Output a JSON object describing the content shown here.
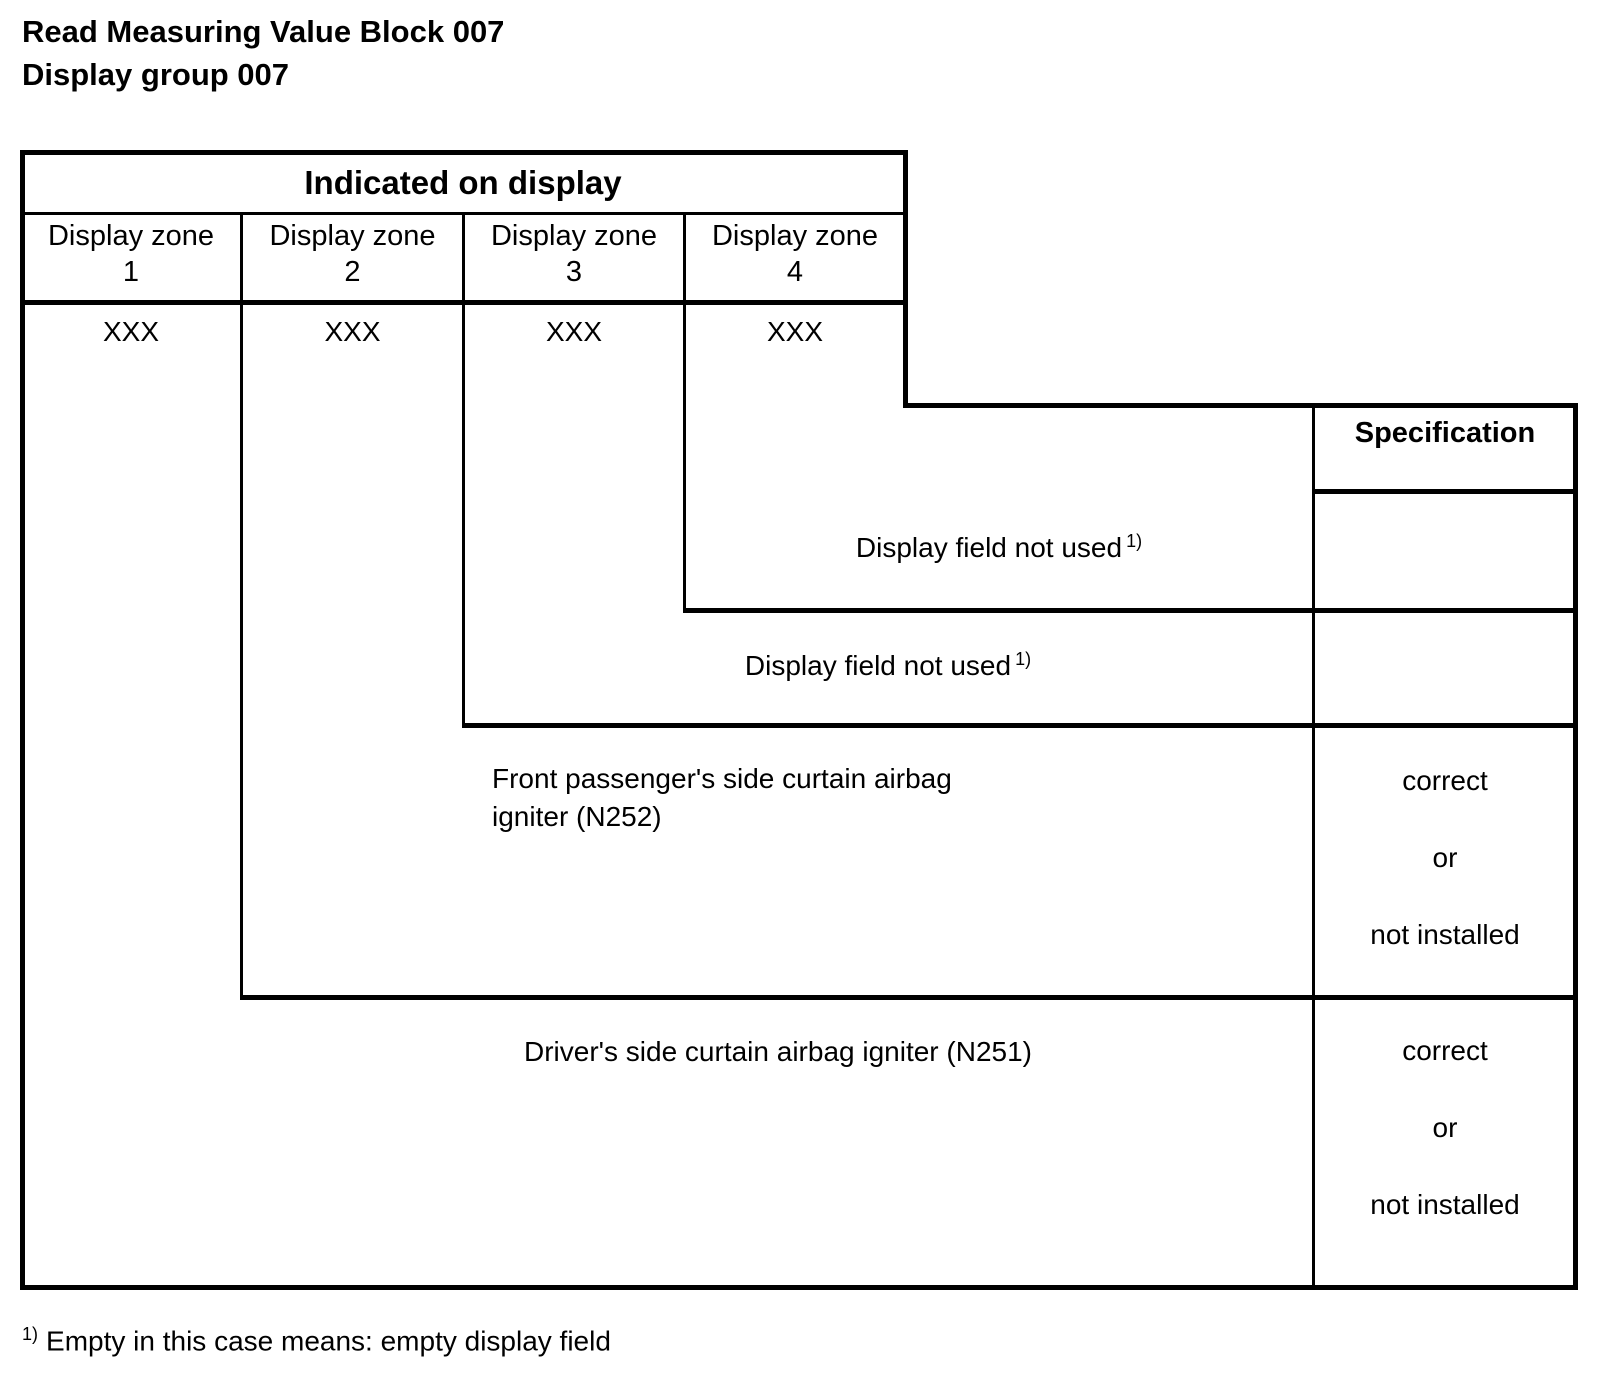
{
  "heading": {
    "line1": "Read Measuring Value Block 007",
    "line2": "Display group 007"
  },
  "table": {
    "group_header": "Indicated on display",
    "spec_header": "Specification",
    "zone_columns": [
      {
        "label": "Display zone",
        "number": "1",
        "value": "XXX"
      },
      {
        "label": "Display zone",
        "number": "2",
        "value": "XXX"
      },
      {
        "label": "Display zone",
        "number": "3",
        "value": "XXX"
      },
      {
        "label": "Display zone",
        "number": "4",
        "value": "XXX"
      }
    ],
    "rows": [
      {
        "description": "Display field not used",
        "footnote_marker": "1)",
        "spec": ""
      },
      {
        "description": "Display field not used",
        "footnote_marker": "1)",
        "spec": ""
      },
      {
        "description_line1": "Front passenger's side curtain airbag",
        "description_line2": "igniter (N252)",
        "spec_line1": "correct",
        "spec_line2": "or",
        "spec_line3": "not installed"
      },
      {
        "description": "Driver's side curtain airbag igniter (N251)",
        "spec_line1": "correct",
        "spec_line2": "or",
        "spec_line3": "not installed"
      }
    ]
  },
  "footnote": {
    "marker": "1)",
    "text": "Empty in this case means: empty display field"
  },
  "colors": {
    "ink": "#000000",
    "paper": "#ffffff"
  }
}
